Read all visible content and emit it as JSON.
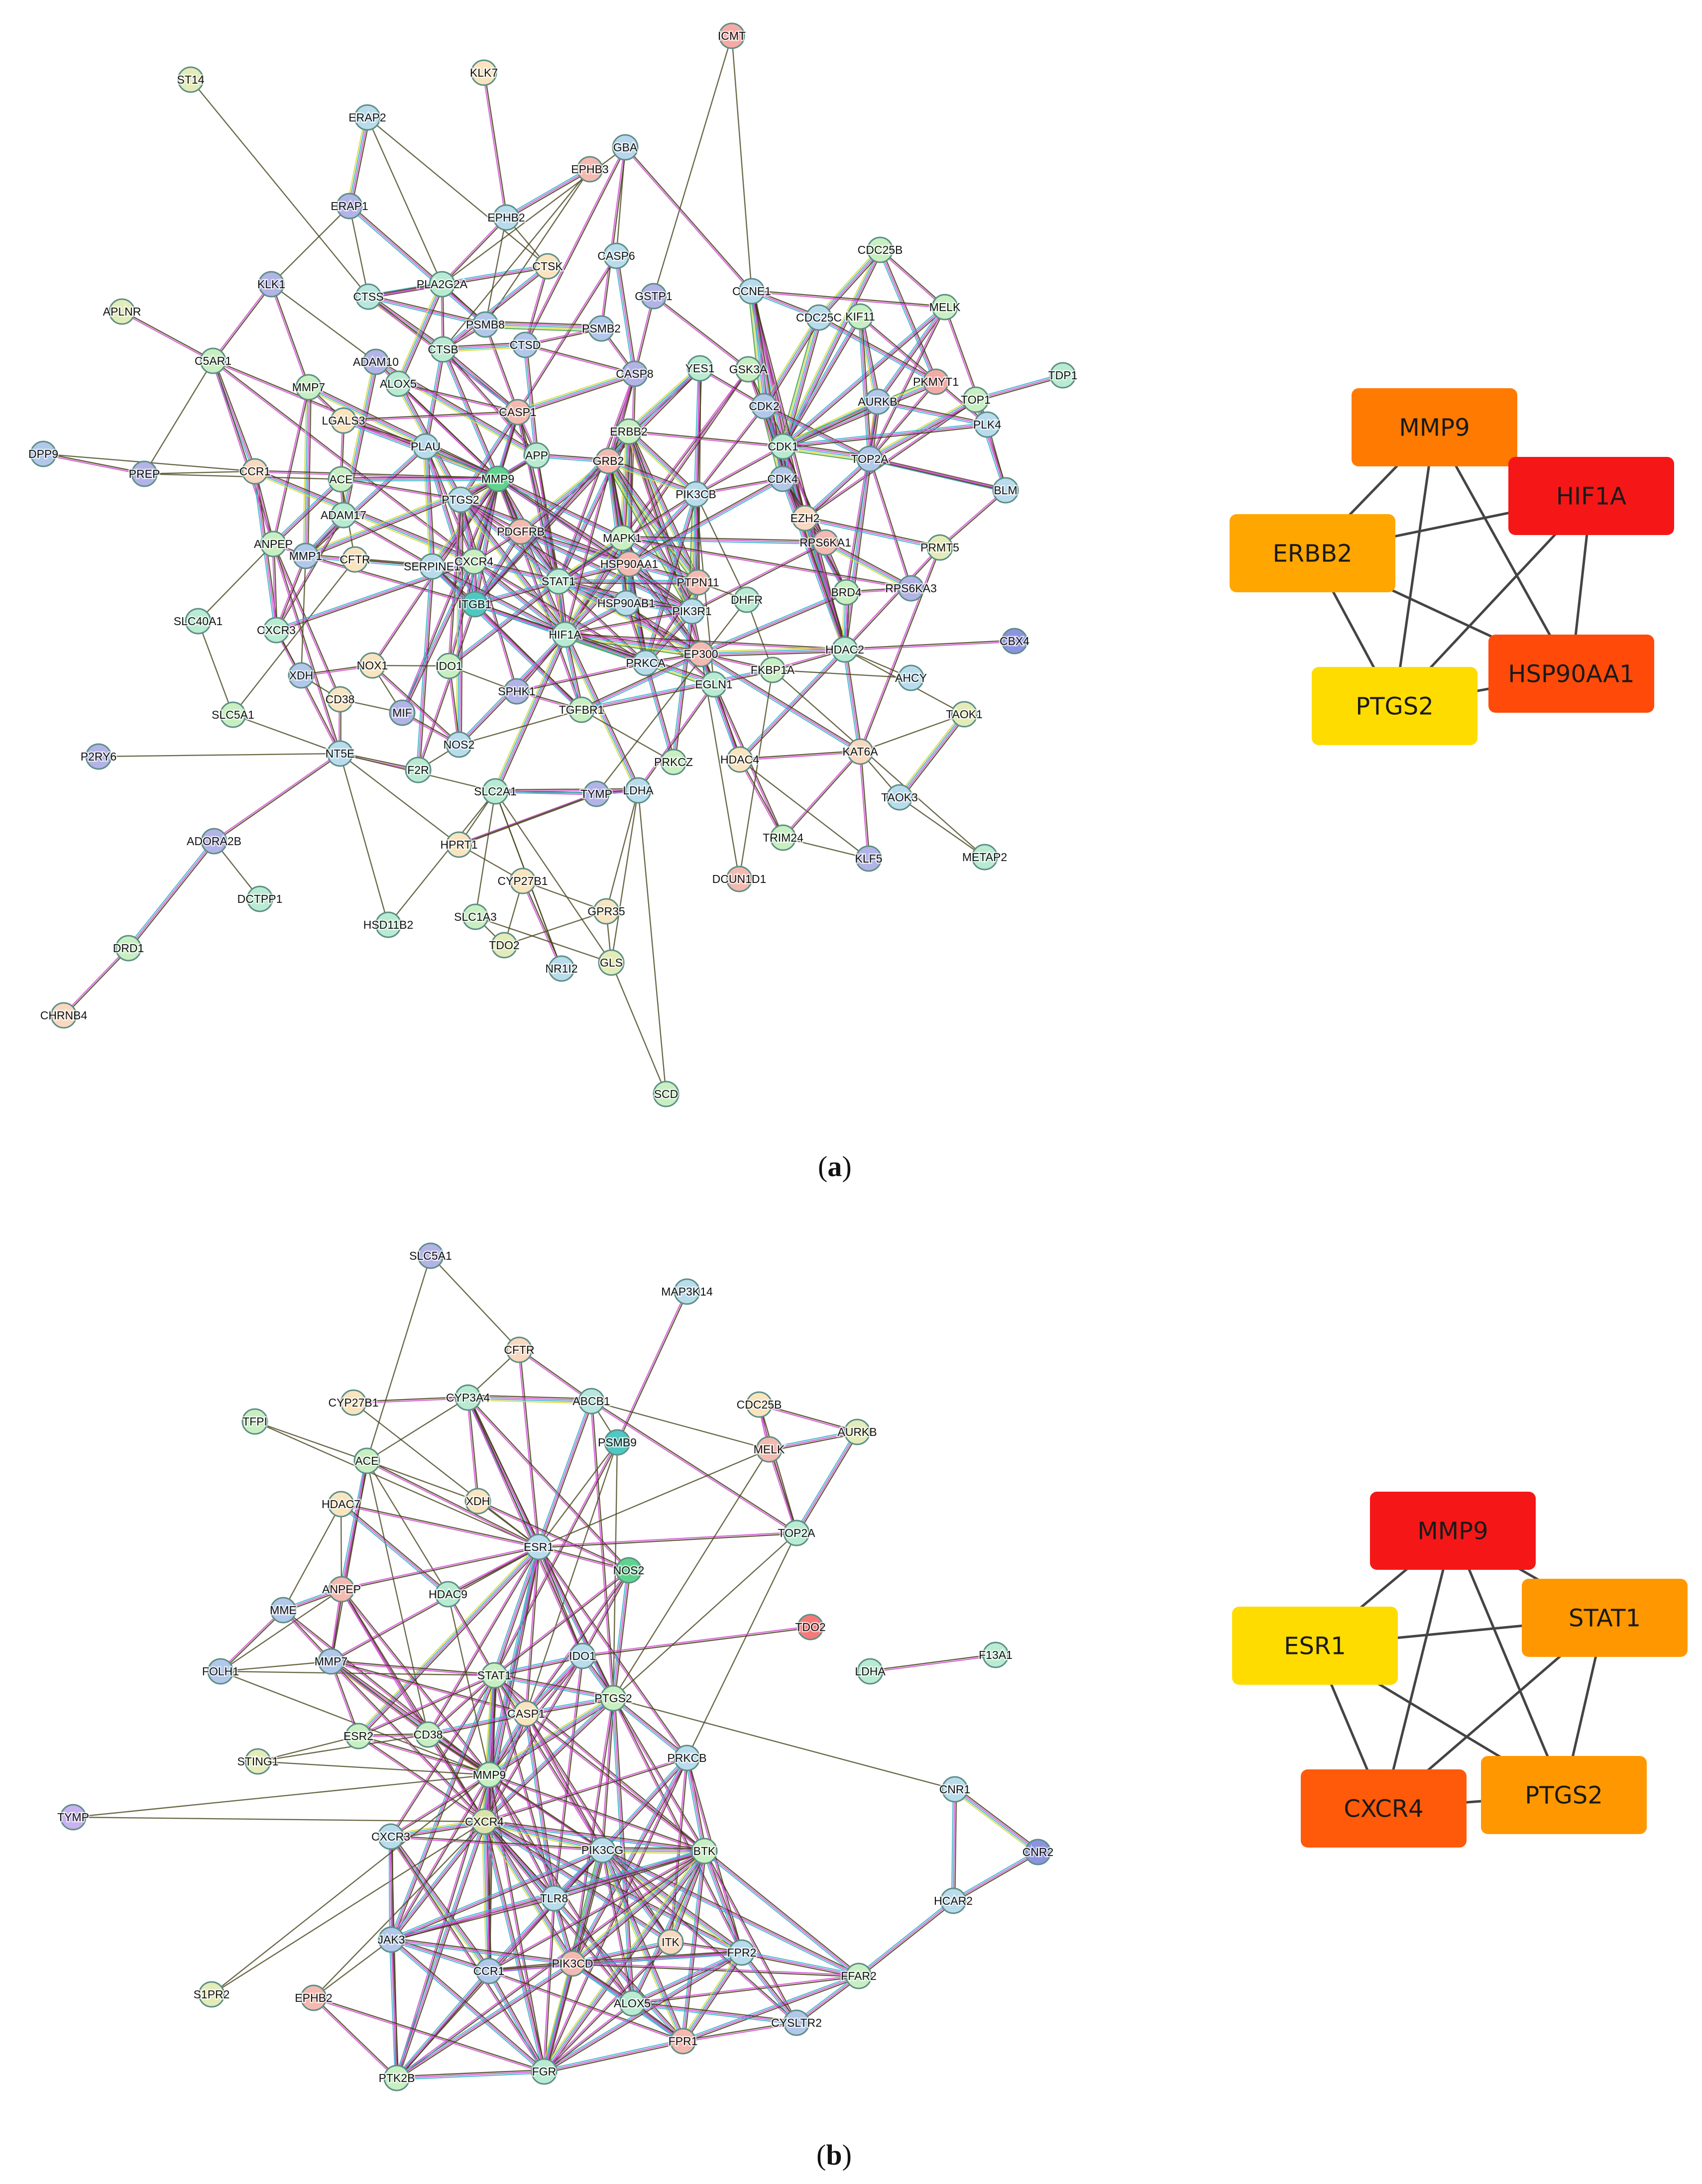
{
  "panels": [
    {
      "id": "a",
      "caption": "a",
      "network": {
        "nodes": [
          {
            "id": "ICMT",
            "c": "#f4aaa6"
          },
          {
            "id": "ST14",
            "c": "#e3ecb8"
          },
          {
            "id": "KLK7",
            "c": "#f9e4c0"
          },
          {
            "id": "ERAP2",
            "c": "#b9dced"
          },
          {
            "id": "EPHB3",
            "c": "#f4b9b0"
          },
          {
            "id": "GBA",
            "c": "#b9d6ee"
          },
          {
            "id": "ERAP1",
            "c": "#b2b3e6"
          },
          {
            "id": "EPHB2",
            "c": "#b9dced"
          },
          {
            "id": "CTSK",
            "c": "#f9e4c0"
          },
          {
            "id": "CASP6",
            "c": "#b9dced"
          },
          {
            "id": "CDC25B",
            "c": "#c8efc2"
          },
          {
            "id": "KLK1",
            "c": "#b2b3e6"
          },
          {
            "id": "CTSS",
            "c": "#b9e7e0"
          },
          {
            "id": "PLA2G2A",
            "c": "#b9ebd2"
          },
          {
            "id": "GSTP1",
            "c": "#b2b3e6"
          },
          {
            "id": "CCNE1",
            "c": "#b9dced"
          },
          {
            "id": "MELK",
            "c": "#c8efc2"
          },
          {
            "id": "APLNR",
            "c": "#e3ecb8"
          },
          {
            "id": "PSMB8",
            "c": "#b2c8ea"
          },
          {
            "id": "PSMB2",
            "c": "#b2c8ea"
          },
          {
            "id": "CDC25C",
            "c": "#b9dced"
          },
          {
            "id": "KIF11",
            "c": "#c8efc2"
          },
          {
            "id": "TDP1",
            "c": "#b9ebd2"
          },
          {
            "id": "C5AR1",
            "c": "#c8efc2"
          },
          {
            "id": "CTSB",
            "c": "#b9ebd2"
          },
          {
            "id": "CTSD",
            "c": "#b2c8ea"
          },
          {
            "id": "ADAM10",
            "c": "#b2b3e6"
          },
          {
            "id": "CASP8",
            "c": "#b2b3e6"
          },
          {
            "id": "YES1",
            "c": "#b9ebd2"
          },
          {
            "id": "GSK3A",
            "c": "#c8efc2"
          },
          {
            "id": "PKMYT1",
            "c": "#f4aaa6"
          },
          {
            "id": "TOP1",
            "c": "#c8efc2"
          },
          {
            "id": "MMP7",
            "c": "#c8efc2"
          },
          {
            "id": "ALOX5",
            "c": "#b9ebd2"
          },
          {
            "id": "CDK2",
            "c": "#b2c8ea"
          },
          {
            "id": "AURKB",
            "c": "#b2c8ea"
          },
          {
            "id": "PLK4",
            "c": "#b9dced"
          },
          {
            "id": "DPP9",
            "c": "#b2c8ea"
          },
          {
            "id": "LGALS3",
            "c": "#f9e4c0"
          },
          {
            "id": "CASP1",
            "c": "#f4b9b0"
          },
          {
            "id": "ERBB2",
            "c": "#c8efc2"
          },
          {
            "id": "PREP",
            "c": "#b2b3e6"
          },
          {
            "id": "CCR1",
            "c": "#f9d8c0"
          },
          {
            "id": "PLAU",
            "c": "#b9dced"
          },
          {
            "id": "APP",
            "c": "#b9ebd2"
          },
          {
            "id": "GRB2",
            "c": "#f4b9b0"
          },
          {
            "id": "CDK1",
            "c": "#b9ebd2"
          },
          {
            "id": "TOP2A",
            "c": "#b2c8ea"
          },
          {
            "id": "ACE",
            "c": "#c8efc2"
          },
          {
            "id": "MMP9",
            "c": "#5fd38e"
          },
          {
            "id": "PTGS2",
            "c": "#b9dced"
          },
          {
            "id": "PIK3CB",
            "c": "#b9dced"
          },
          {
            "id": "CDK4",
            "c": "#b2c8ea"
          },
          {
            "id": "BLM",
            "c": "#b9dced"
          },
          {
            "id": "ADAM17",
            "c": "#b9ebd2"
          },
          {
            "id": "PDGFRB",
            "c": "#f4b9b0"
          },
          {
            "id": "EZH2",
            "c": "#f9d8c0"
          },
          {
            "id": "ANPEP",
            "c": "#c8efc2"
          },
          {
            "id": "MAPK1",
            "c": "#c8efc2"
          },
          {
            "id": "RPS6KA1",
            "c": "#f4b9b0"
          },
          {
            "id": "PRMT5",
            "c": "#e3ecb8"
          },
          {
            "id": "MMP1",
            "c": "#b2c8ea"
          },
          {
            "id": "CFTR",
            "c": "#f9e4c0"
          },
          {
            "id": "SERPINE1",
            "c": "#b9dced"
          },
          {
            "id": "CXCR4",
            "c": "#c8efc2"
          },
          {
            "id": "HSP90AA1",
            "c": "#f4b9b0"
          },
          {
            "id": "PTPN11",
            "c": "#f4b9b0"
          },
          {
            "id": "STAT1",
            "c": "#b9ebd2"
          },
          {
            "id": "BRD4",
            "c": "#c8efc2"
          },
          {
            "id": "RPS6KA3",
            "c": "#b2b3e6"
          },
          {
            "id": "SLC40A1",
            "c": "#b9ebd2"
          },
          {
            "id": "ITGB1",
            "c": "#4fc8c2"
          },
          {
            "id": "HSP90AB1",
            "c": "#b9dced"
          },
          {
            "id": "PIK3R1",
            "c": "#b9dced"
          },
          {
            "id": "DHFR",
            "c": "#b9ebd2"
          },
          {
            "id": "CXCR3",
            "c": "#b9ebd2"
          },
          {
            "id": "HIF1A",
            "c": "#b9ebd2"
          },
          {
            "id": "HDAC2",
            "c": "#b9ebd2"
          },
          {
            "id": "CBX4",
            "c": "#8c93e0"
          },
          {
            "id": "XDH",
            "c": "#b2c8ea"
          },
          {
            "id": "NOX1",
            "c": "#f9e4c0"
          },
          {
            "id": "IDO1",
            "c": "#c8efc2"
          },
          {
            "id": "PRKCA",
            "c": "#b9dced"
          },
          {
            "id": "EP300",
            "c": "#f4b9b0"
          },
          {
            "id": "FKBP1A",
            "c": "#c8efc2"
          },
          {
            "id": "AHCY",
            "c": "#b9dced"
          },
          {
            "id": "CD38",
            "c": "#f9e4c0"
          },
          {
            "id": "SPHK1",
            "c": "#b2b3e6"
          },
          {
            "id": "TGFBR1",
            "c": "#c8efc2"
          },
          {
            "id": "EGLN1",
            "c": "#b9ebd2"
          },
          {
            "id": "TAOK1",
            "c": "#e3ecb8"
          },
          {
            "id": "SLC5A1",
            "c": "#c8efc2"
          },
          {
            "id": "MIF",
            "c": "#b2b3e6"
          },
          {
            "id": "NOS2",
            "c": "#b9dced"
          },
          {
            "id": "P2RY6",
            "c": "#b2b3e6"
          },
          {
            "id": "NT5E",
            "c": "#b9dced"
          },
          {
            "id": "F2R",
            "c": "#b9ebd2"
          },
          {
            "id": "PRKCZ",
            "c": "#c8efc2"
          },
          {
            "id": "HDAC4",
            "c": "#f9e4c0"
          },
          {
            "id": "KAT6A",
            "c": "#f9d8c0"
          },
          {
            "id": "SLC2A1",
            "c": "#b9ebd2"
          },
          {
            "id": "TYMP",
            "c": "#b2b3e6"
          },
          {
            "id": "LDHA",
            "c": "#b9dced"
          },
          {
            "id": "TAOK3",
            "c": "#b9dced"
          },
          {
            "id": "ADORA2B",
            "c": "#b2b3e6"
          },
          {
            "id": "HPRT1",
            "c": "#f9e4c0"
          },
          {
            "id": "TRIM24",
            "c": "#c8efc2"
          },
          {
            "id": "KLF5",
            "c": "#b2b3e6"
          },
          {
            "id": "METAP2",
            "c": "#b9ebd2"
          },
          {
            "id": "DCTPP1",
            "c": "#b9ebd2"
          },
          {
            "id": "CYP27B1",
            "c": "#f9e4c0"
          },
          {
            "id": "DCUN1D1",
            "c": "#f4b9b0"
          },
          {
            "id": "GPR35",
            "c": "#f9e4c0"
          },
          {
            "id": "HSD11B2",
            "c": "#b9ebd2"
          },
          {
            "id": "SLC1A3",
            "c": "#c8efc2"
          },
          {
            "id": "DRD1",
            "c": "#c8efc2"
          },
          {
            "id": "TDO2",
            "c": "#e3ecb8"
          },
          {
            "id": "GLS",
            "c": "#e3ecb8"
          },
          {
            "id": "NR1I2",
            "c": "#b9dced"
          },
          {
            "id": "CHRNB4",
            "c": "#f9d8c0"
          },
          {
            "id": "SCD",
            "c": "#c8efc2"
          }
        ]
      },
      "hubs": [
        {
          "label": "MMP9",
          "color": "#ff7a00"
        },
        {
          "label": "HIF1A",
          "color": "#f51717"
        },
        {
          "label": "ERBB2",
          "color": "#ffa600"
        },
        {
          "label": "HSP90AA1",
          "color": "#ff4a0a"
        },
        {
          "label": "PTGS2",
          "color": "#ffdc00"
        }
      ]
    },
    {
      "id": "b",
      "caption": "b",
      "network": {
        "nodes": [
          {
            "id": "SLC5A1",
            "c": "#b2b3e6"
          },
          {
            "id": "MAP3K14",
            "c": "#b9dced"
          },
          {
            "id": "CFTR",
            "c": "#f9d8c0"
          },
          {
            "id": "CYP27B1",
            "c": "#f9e4c0"
          },
          {
            "id": "CYP3A4",
            "c": "#b9ebd2"
          },
          {
            "id": "ABCB1",
            "c": "#b9e7e0"
          },
          {
            "id": "CDC25B",
            "c": "#f9e4c0"
          },
          {
            "id": "TFPI",
            "c": "#c8efc2"
          },
          {
            "id": "AURKB",
            "c": "#e3ecb8"
          },
          {
            "id": "PSMB9",
            "c": "#4fc8c2"
          },
          {
            "id": "MELK",
            "c": "#f4b9b0"
          },
          {
            "id": "ACE",
            "c": "#c8efc2"
          },
          {
            "id": "XDH",
            "c": "#f9e4c0"
          },
          {
            "id": "HDAC7",
            "c": "#f9e4c0"
          },
          {
            "id": "TOP2A",
            "c": "#b9ebd2"
          },
          {
            "id": "ESR1",
            "c": "#b9dced"
          },
          {
            "id": "NOS2",
            "c": "#5fd38e"
          },
          {
            "id": "ANPEP",
            "c": "#f4b9b0"
          },
          {
            "id": "HDAC9",
            "c": "#b9ebd2"
          },
          {
            "id": "MME",
            "c": "#b2c8ea"
          },
          {
            "id": "TDO2",
            "c": "#f47a7a"
          },
          {
            "id": "FOLH1",
            "c": "#b2c8ea"
          },
          {
            "id": "MMP7",
            "c": "#b2c8ea"
          },
          {
            "id": "IDO1",
            "c": "#b9dced"
          },
          {
            "id": "LDHA",
            "c": "#b9ebd2"
          },
          {
            "id": "F13A1",
            "c": "#b9ebd2"
          },
          {
            "id": "STAT1",
            "c": "#c8efc2"
          },
          {
            "id": "PTGS2",
            "c": "#c8efc2"
          },
          {
            "id": "CASP1",
            "c": "#f9e4c0"
          },
          {
            "id": "ESR2",
            "c": "#c8efc2"
          },
          {
            "id": "CD38",
            "c": "#c8efc2"
          },
          {
            "id": "STING1",
            "c": "#e3ecb8"
          },
          {
            "id": "PRKCB",
            "c": "#b9dced"
          },
          {
            "id": "CNR1",
            "c": "#b9dced"
          },
          {
            "id": "MMP9",
            "c": "#c8efc2"
          },
          {
            "id": "TYMP",
            "c": "#c8b2f0"
          },
          {
            "id": "CXCR4",
            "c": "#d9e3a8"
          },
          {
            "id": "CXCR3",
            "c": "#b9dced"
          },
          {
            "id": "PIK3CG",
            "c": "#b9dced"
          },
          {
            "id": "BTK",
            "c": "#c8efc2"
          },
          {
            "id": "CNR2",
            "c": "#8c93e0"
          },
          {
            "id": "TLR8",
            "c": "#b9dced"
          },
          {
            "id": "HCAR2",
            "c": "#b9dced"
          },
          {
            "id": "JAK3",
            "c": "#b2c8ea"
          },
          {
            "id": "ITK",
            "c": "#f9d8c0"
          },
          {
            "id": "FFAR2",
            "c": "#c8efc2"
          },
          {
            "id": "CCR1",
            "c": "#b2c8ea"
          },
          {
            "id": "PIK3CD",
            "c": "#f4b9b0"
          },
          {
            "id": "FPR2",
            "c": "#b9dced"
          },
          {
            "id": "S1PR2",
            "c": "#e3ecb8"
          },
          {
            "id": "EPHB2",
            "c": "#f4b9b0"
          },
          {
            "id": "ALOX5",
            "c": "#b9ebd2"
          },
          {
            "id": "CYSLTR2",
            "c": "#b2c8ea"
          },
          {
            "id": "FPR1",
            "c": "#f4b9b0"
          },
          {
            "id": "PTK2B",
            "c": "#c8efc2"
          },
          {
            "id": "FGR",
            "c": "#b9ebd2"
          }
        ]
      },
      "hubs": [
        {
          "label": "MMP9",
          "color": "#f51717"
        },
        {
          "label": "STAT1",
          "color": "#ff9800"
        },
        {
          "label": "ESR1",
          "color": "#ffdc00"
        },
        {
          "label": "CXCR4",
          "color": "#ff5a0a"
        },
        {
          "label": "PTGS2",
          "color": "#ff9800"
        }
      ]
    }
  ]
}
